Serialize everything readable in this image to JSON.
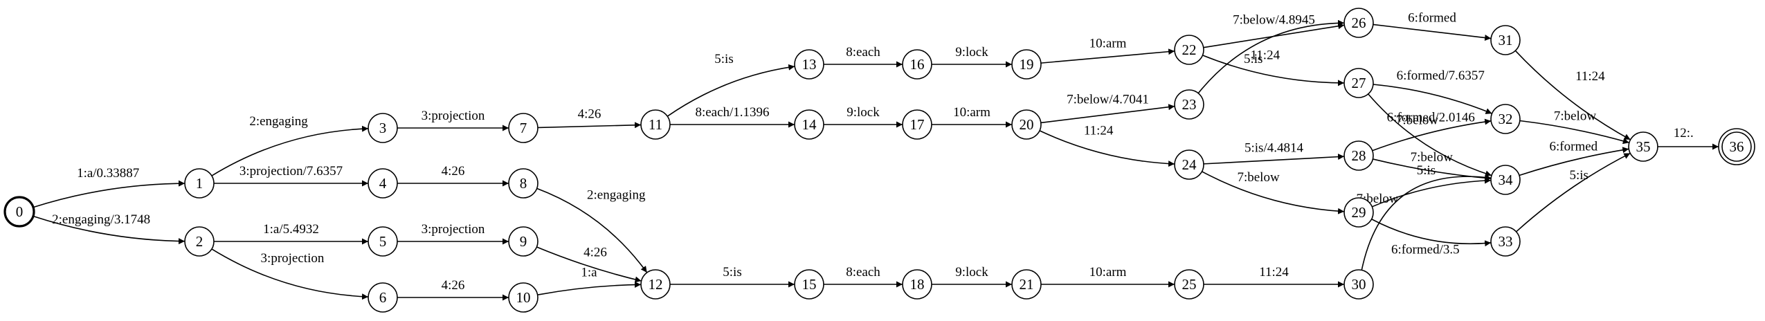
{
  "graph": {
    "start_state": "0",
    "final_states": [
      "36"
    ],
    "states": [
      "0",
      "1",
      "2",
      "3",
      "4",
      "5",
      "6",
      "7",
      "8",
      "9",
      "10",
      "11",
      "12",
      "13",
      "14",
      "15",
      "16",
      "17",
      "18",
      "19",
      "20",
      "21",
      "22",
      "23",
      "24",
      "25",
      "26",
      "27",
      "28",
      "29",
      "30",
      "31",
      "32",
      "33",
      "34",
      "35",
      "36"
    ],
    "arcs": [
      {
        "from": "0",
        "to": "1",
        "label": "1:a/0.33887"
      },
      {
        "from": "0",
        "to": "2",
        "label": "2:engaging/3.1748"
      },
      {
        "from": "1",
        "to": "3",
        "label": "2:engaging"
      },
      {
        "from": "1",
        "to": "4",
        "label": "3:projection/7.6357"
      },
      {
        "from": "2",
        "to": "5",
        "label": "1:a/5.4932"
      },
      {
        "from": "2",
        "to": "6",
        "label": "3:projection"
      },
      {
        "from": "3",
        "to": "7",
        "label": "3:projection"
      },
      {
        "from": "4",
        "to": "8",
        "label": "4:26"
      },
      {
        "from": "5",
        "to": "9",
        "label": "3:projection"
      },
      {
        "from": "6",
        "to": "10",
        "label": "4:26"
      },
      {
        "from": "7",
        "to": "11",
        "label": "4:26"
      },
      {
        "from": "8",
        "to": "12",
        "label": "2:engaging"
      },
      {
        "from": "9",
        "to": "12",
        "label": "4:26"
      },
      {
        "from": "10",
        "to": "12",
        "label": "1:a"
      },
      {
        "from": "11",
        "to": "13",
        "label": "5:is"
      },
      {
        "from": "11",
        "to": "14",
        "label": "8:each/1.1396"
      },
      {
        "from": "12",
        "to": "15",
        "label": "5:is"
      },
      {
        "from": "13",
        "to": "16",
        "label": "8:each"
      },
      {
        "from": "14",
        "to": "17",
        "label": "9:lock"
      },
      {
        "from": "15",
        "to": "18",
        "label": "8:each"
      },
      {
        "from": "16",
        "to": "19",
        "label": "9:lock"
      },
      {
        "from": "17",
        "to": "20",
        "label": "10:arm"
      },
      {
        "from": "18",
        "to": "21",
        "label": "9:lock"
      },
      {
        "from": "19",
        "to": "22",
        "label": "10:arm"
      },
      {
        "from": "20",
        "to": "23",
        "label": "7:below/4.7041"
      },
      {
        "from": "20",
        "to": "24",
        "label": "11:24"
      },
      {
        "from": "21",
        "to": "25",
        "label": "10:arm"
      },
      {
        "from": "22",
        "to": "26",
        "label": "7:below/4.8945"
      },
      {
        "from": "22",
        "to": "27",
        "label": "11:24"
      },
      {
        "from": "23",
        "to": "26",
        "label": "5:is"
      },
      {
        "from": "24",
        "to": "28",
        "label": "5:is/4.4814"
      },
      {
        "from": "24",
        "to": "29",
        "label": "7:below"
      },
      {
        "from": "25",
        "to": "30",
        "label": "11:24"
      },
      {
        "from": "26",
        "to": "31",
        "label": "6:formed"
      },
      {
        "from": "27",
        "to": "32",
        "label": "6:formed/7.6357"
      },
      {
        "from": "27",
        "to": "34",
        "label": "7:below"
      },
      {
        "from": "28",
        "to": "32",
        "label": "6:formed/2.0146"
      },
      {
        "from": "28",
        "to": "34",
        "label": "7:below"
      },
      {
        "from": "29",
        "to": "34",
        "label": "5:is"
      },
      {
        "from": "29",
        "to": "33",
        "label": "6:formed/3.5"
      },
      {
        "from": "30",
        "to": "34",
        "label": "7:below"
      },
      {
        "from": "31",
        "to": "35",
        "label": "11:24"
      },
      {
        "from": "32",
        "to": "35",
        "label": "7:below"
      },
      {
        "from": "33",
        "to": "35",
        "label": "5:is"
      },
      {
        "from": "34",
        "to": "35",
        "label": "6:formed"
      },
      {
        "from": "35",
        "to": "36",
        "label": "12:."
      }
    ]
  }
}
